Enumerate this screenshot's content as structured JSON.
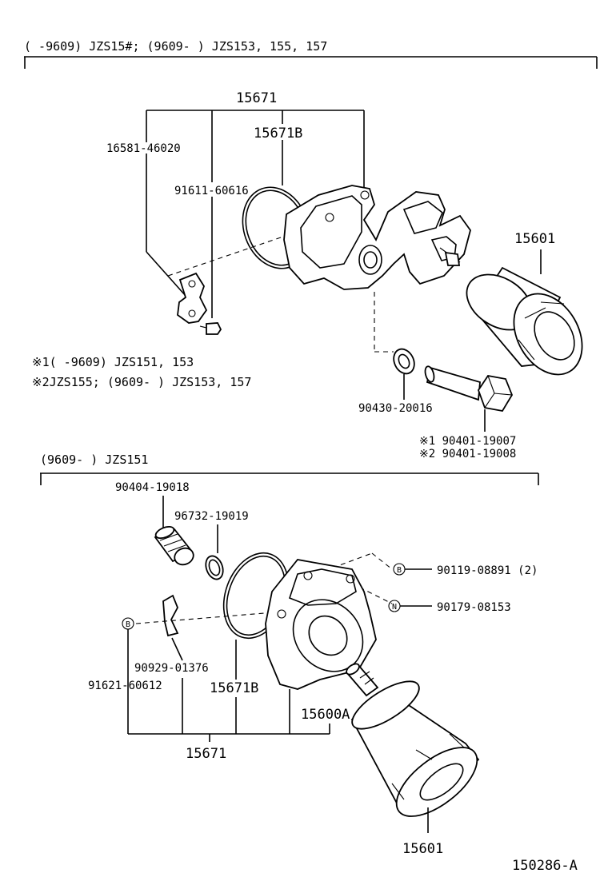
{
  "header": {
    "title": "(      -9609) JZS15#; (9609-      ) JZS153, 155, 157"
  },
  "upper": {
    "labels": {
      "p15671": "15671",
      "p15671b": "15671B",
      "p16581": "16581-46020",
      "p91611": "91611-60616",
      "p15601": "15601",
      "p90430": "90430-20016",
      "p90401a": "※1  90401-19007",
      "p90401b": "※2  90401-19008"
    },
    "notes": {
      "note1": "※1(      -9609) JZS151, 153",
      "note2": "※2JZS155; (9609-      ) JZS153, 157"
    }
  },
  "lower": {
    "title": "(9609-      ) JZS151",
    "labels": {
      "p90404": "90404-19018",
      "p96732": "96732-19019",
      "p90119": "90119-08891 (2)",
      "p90179": "90179-08153",
      "p90929": "90929-01376",
      "p91621": "91621-60612",
      "p15671b": "15671B",
      "p15600a": "15600A",
      "p15671": "15671",
      "p15601": "15601"
    },
    "badges": {
      "b": "B",
      "n": "N"
    }
  },
  "footer": {
    "code": "150286-A"
  }
}
